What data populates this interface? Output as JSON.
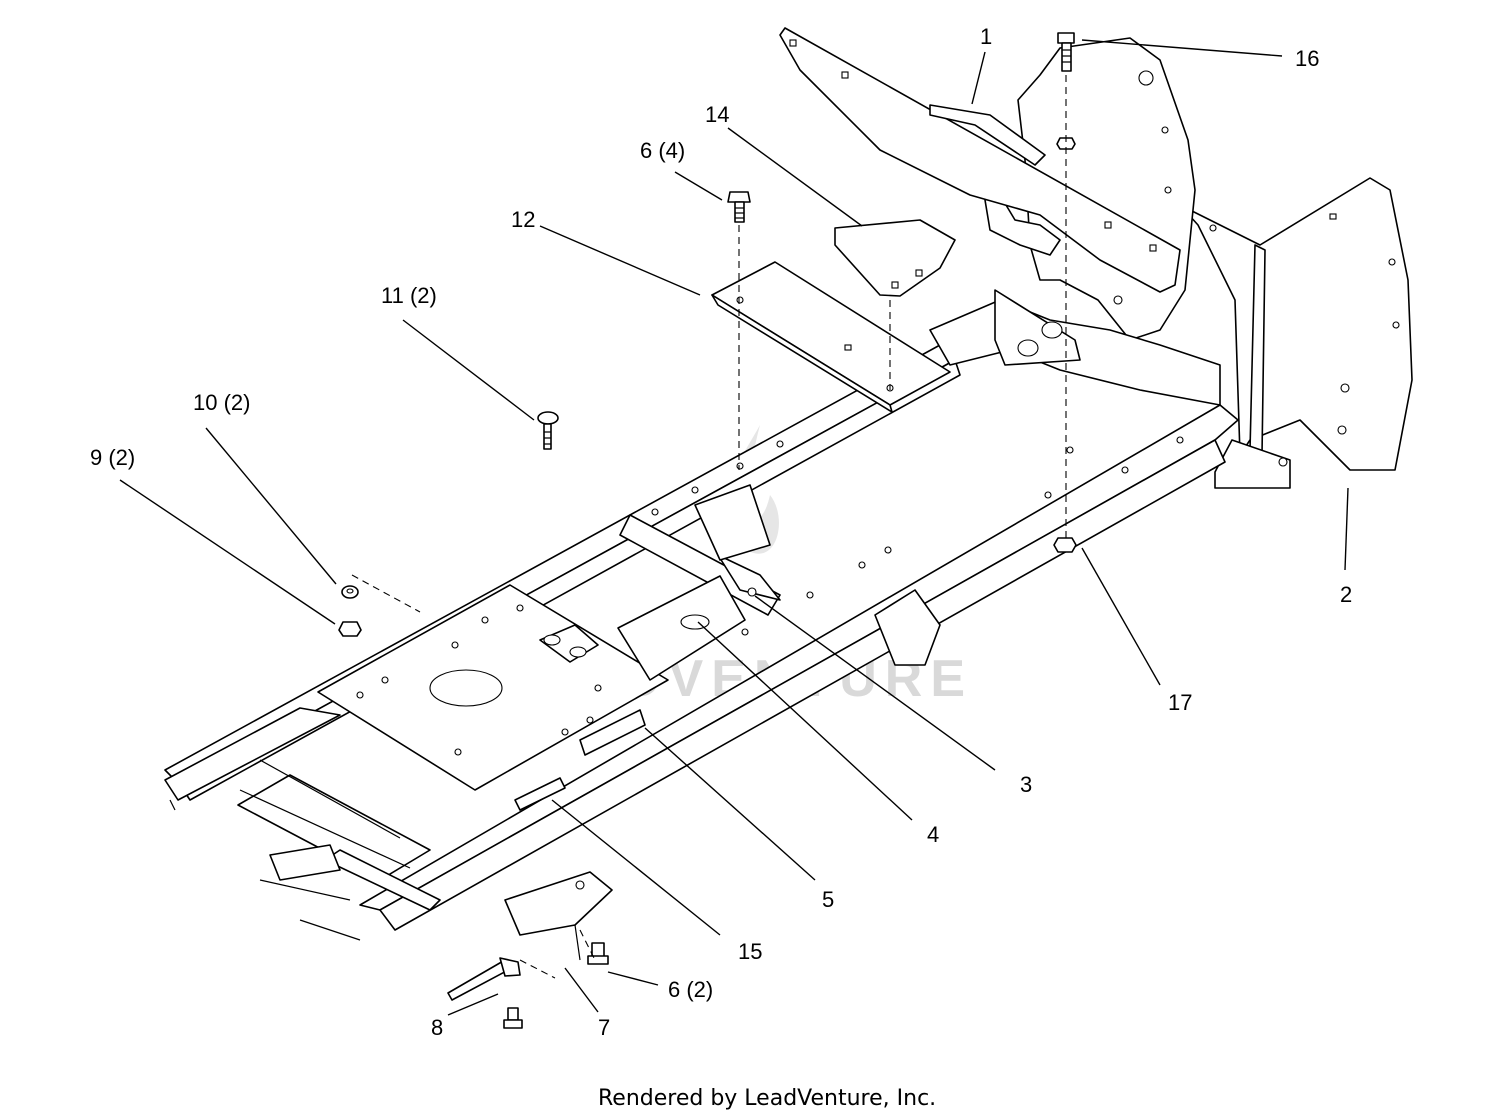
{
  "callouts": [
    {
      "id": "1",
      "text": "1"
    },
    {
      "id": "2",
      "text": "2"
    },
    {
      "id": "3",
      "text": "3"
    },
    {
      "id": "4",
      "text": "4"
    },
    {
      "id": "5",
      "text": "5"
    },
    {
      "id": "6a",
      "text": "6 (4)"
    },
    {
      "id": "6b",
      "text": "6 (2)"
    },
    {
      "id": "7",
      "text": "7"
    },
    {
      "id": "8",
      "text": "8"
    },
    {
      "id": "9",
      "text": "9 (2)"
    },
    {
      "id": "10",
      "text": "10 (2)"
    },
    {
      "id": "11",
      "text": "11 (2)"
    },
    {
      "id": "12",
      "text": "12"
    },
    {
      "id": "14",
      "text": "14"
    },
    {
      "id": "15",
      "text": "15"
    },
    {
      "id": "16",
      "text": "16"
    },
    {
      "id": "17",
      "text": "17"
    }
  ],
  "watermark": "LEADVENTURE",
  "footer": "Rendered by LeadVenture, Inc."
}
